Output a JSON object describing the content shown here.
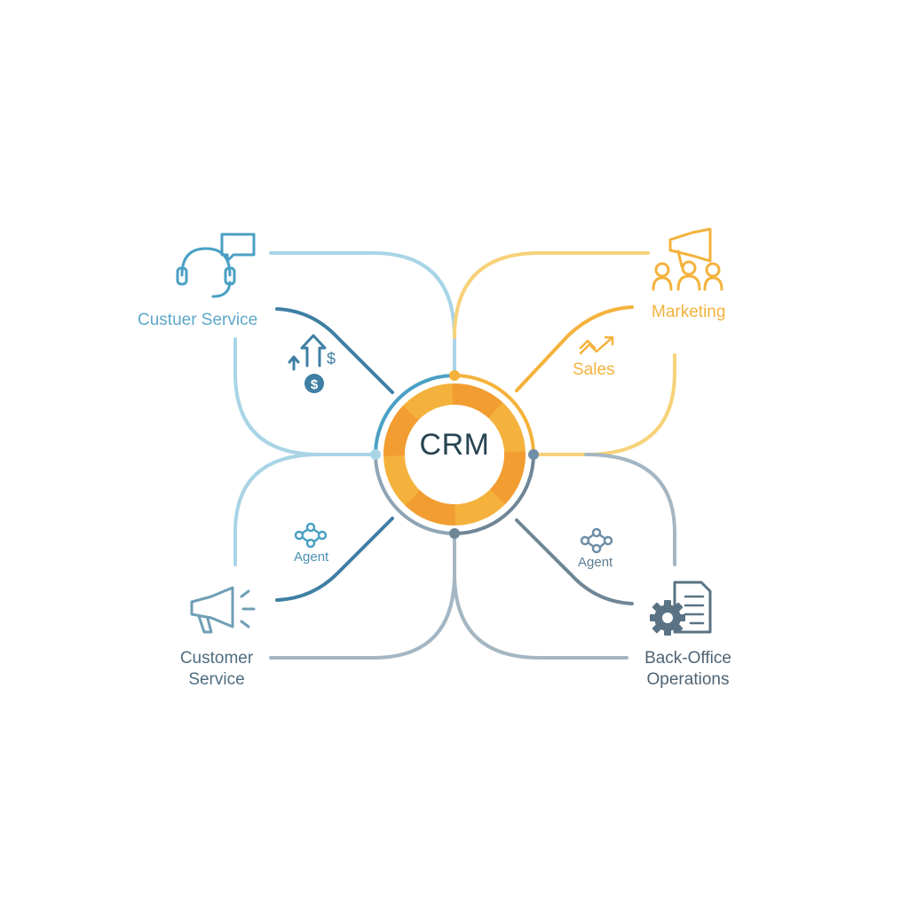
{
  "center": {
    "label": "CRM"
  },
  "nodes": {
    "top_left": {
      "label": "Custuer Service",
      "icon": "headset-chat-icon"
    },
    "top_right": {
      "label": "Marketing",
      "icon": "megaphone-audience-icon"
    },
    "bottom_left": {
      "label_line1": "Customer",
      "label_line2": "Service",
      "icon": "megaphone-icon"
    },
    "bottom_right": {
      "label_line1": "Back-Office",
      "label_line2": "Operations",
      "icon": "gear-document-icon"
    }
  },
  "inner_labels": {
    "upper_left": {
      "icon": "growth-dollar-icon"
    },
    "upper_right": {
      "label": "Sales",
      "icon": "trend-up-icon"
    },
    "lower_left": {
      "label": "Agent",
      "icon": "network-nodes-icon"
    },
    "lower_right": {
      "label": "Agent",
      "icon": "network-nodes-icon"
    }
  },
  "colors": {
    "light_blue": "#a8d4e6",
    "teal_blue": "#4aa0c4",
    "dark_blue": "#3f7fa4",
    "orange": "#f4b23c",
    "light_orange": "#f7d27a",
    "slate": "#8fa5b5",
    "dark_slate": "#6f8696"
  }
}
